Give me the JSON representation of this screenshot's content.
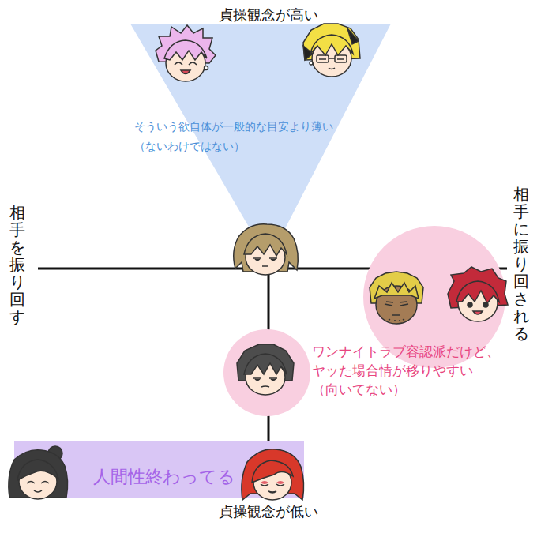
{
  "diagram": {
    "nodes": [
      {
        "text": [
          "そういう欲自体が一般的な目安より薄い （ないわけではない）"
        ]
      },
      {
        "text": [
          "人間性終わってる"
        ]
      }
    ],
    "labels": [
      "貞操観念が高い",
      "相手を振り回す",
      "相手に振り回される",
      "ワンナイトラブ容認派だけど、 ヤッた場合情が移りやすい （向いてない）",
      "貞操観念が低い"
    ]
  }
}
